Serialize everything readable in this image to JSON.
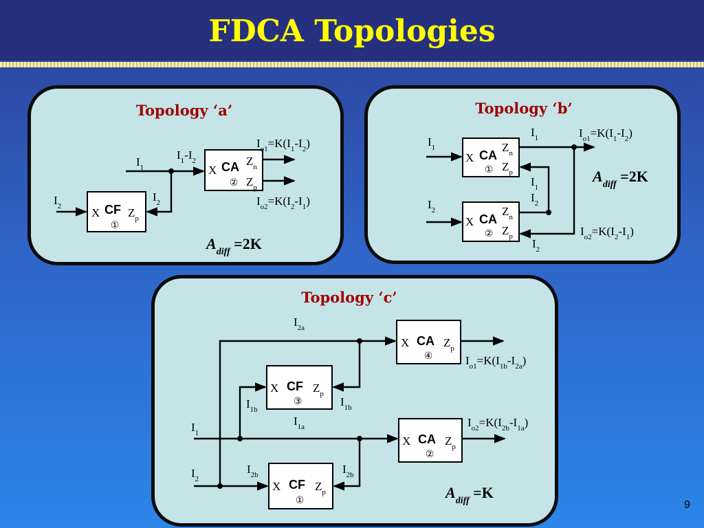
{
  "slide": {
    "title": "FDCA Topologies",
    "page_number": "9"
  },
  "blocks": {
    "ca_label": "CA",
    "cf_label": "CF",
    "x_port": "X"
  },
  "topology_a": {
    "title": "Topology ‘a’",
    "i1": "I",
    "i1_sub": "1",
    "i2": "I",
    "i2_sub": "2",
    "i2_feedback": "I",
    "i2_feedback_sub": "2",
    "i1_minus_i2": {
      "a": "I",
      "a_sub": "1",
      "mid": "-I",
      "b_sub": "2"
    },
    "io1": {
      "p1": "I",
      "s1": "o1",
      "p2": "=K(I",
      "s2": "1",
      "p3": "-I",
      "s3": "2",
      "p4": ")"
    },
    "io2": {
      "p1": "I",
      "s1": "o2",
      "p2": "=K(I",
      "s2": "2",
      "p3": "-I",
      "s3": "1",
      "p4": ")"
    },
    "cf_num": "①",
    "ca_num": "②",
    "adiff": {
      "a": "A",
      "sub": "diff",
      "rest": " =2K"
    }
  },
  "topology_b": {
    "title": "Topology ‘b’",
    "io1": {
      "p1": "I",
      "s1": "o1",
      "p2": "=K(I",
      "s2": "1",
      "p3": "-I",
      "s3": "2",
      "p4": ")"
    },
    "io2": {
      "p1": "I",
      "s1": "o2",
      "p2": "=K(I",
      "s2": "2",
      "p3": "-I",
      "s3": "1",
      "p4": ")"
    },
    "ca1_num": "①",
    "ca2_num": "②",
    "adiff": {
      "a": "A",
      "sub": "diff",
      "rest": " =2K"
    }
  },
  "topology_c": {
    "title": "Topology ‘c’",
    "io1": {
      "p1": "I",
      "s1": "o1",
      "p2": "=K(I",
      "s2": "1b",
      "p3": "-I",
      "s3": "2a",
      "p4": ")"
    },
    "io2": {
      "p1": "I",
      "s1": "o2",
      "p2": "=K(I",
      "s2": "2b",
      "p3": "-I",
      "s3": "1a",
      "p4": ")"
    },
    "ca4_num": "④",
    "ca2_num": "②",
    "cf3_num": "③",
    "cf1_num": "①",
    "adiff": {
      "a": "A",
      "sub": "diff",
      "rest": " =K"
    }
  },
  "ports": {
    "zn": "Z",
    "zn_sub": "n",
    "zp": "Z",
    "zp_sub": "p",
    "i": "I",
    "s1": "1",
    "s2": "2",
    "s1a": "1a",
    "s1b": "1b",
    "s2a": "2a",
    "s2b": "2b"
  }
}
